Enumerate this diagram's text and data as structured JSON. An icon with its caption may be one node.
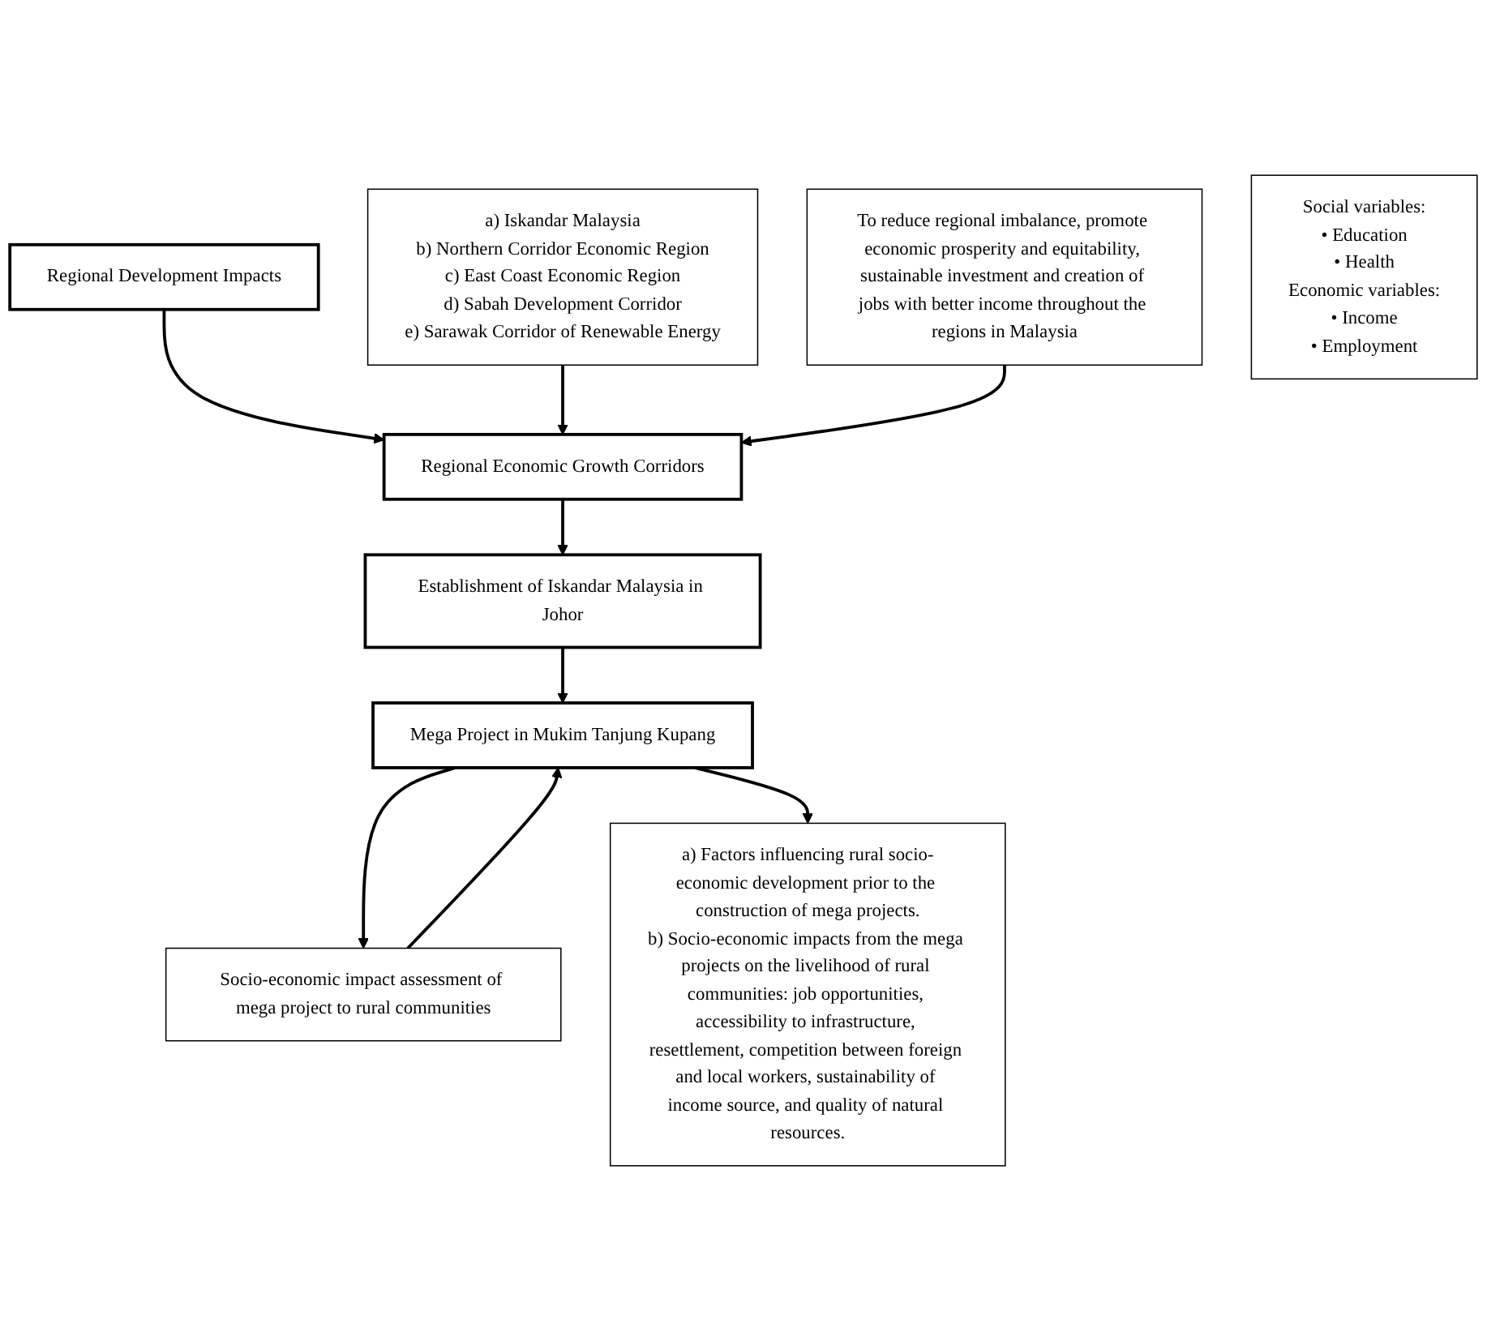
{
  "diagram": {
    "nodes": [
      {
        "text": [
          "Regional Development Impacts"
        ]
      },
      {
        "text": [
          "a) Iskandar Malaysia",
          "b) Northern Corridor Economic Region",
          "c) East Coast Economic Region",
          "d) Sabah Development Corridor",
          "e) Sarawak Corridor of Renewable Energy"
        ]
      },
      {
        "text": [
          "Regional Economic Growth Corridors"
        ]
      },
      {
        "text": [
          "To reduce regional imbalance, promote economic prosperity and equitability, sustainable investment and creation of jobs with better income throughout the regions in Malaysia"
        ]
      },
      {
        "text": [
          "Establishment of Iskandar Malaysia in Johor"
        ]
      },
      {
        "text": [
          "Mega Project in Mukim Tanjung Kupang"
        ]
      },
      {
        "text": [
          "Socio-economic impact assessment of mega project to rural communities"
        ]
      },
      {
        "text": [
          "Social variables:",
          "• Education",
          "• Health",
          "Economic variables:",
          "• Income",
          "• Employment"
        ]
      },
      {
        "text": [
          "a) Factors influencing rural socio-economic development prior to the construction of mega projects.",
          "b) Socio-economic impacts from the mega projects on the livelihood of rural communities: job opportunities, accessibility to infrastructure, resettlement, competition between foreign and local workers, sustainability of income source, and quality of natural resources."
        ]
      }
    ],
    "edges": [
      {
        "from": 0,
        "to": 2,
        "arrow": "to"
      },
      {
        "from": 1,
        "to": 2,
        "arrow": "to"
      },
      {
        "from": 3,
        "to": 2,
        "arrow": "to"
      },
      {
        "from": 2,
        "to": 4,
        "arrow": "to"
      },
      {
        "from": 4,
        "to": 5,
        "arrow": "to"
      },
      {
        "from": 5,
        "to": 6,
        "arrow": "to"
      },
      {
        "from": 6,
        "to": 5,
        "arrow": "to"
      },
      {
        "from": 5,
        "to": 8,
        "arrow": "to"
      }
    ]
  }
}
